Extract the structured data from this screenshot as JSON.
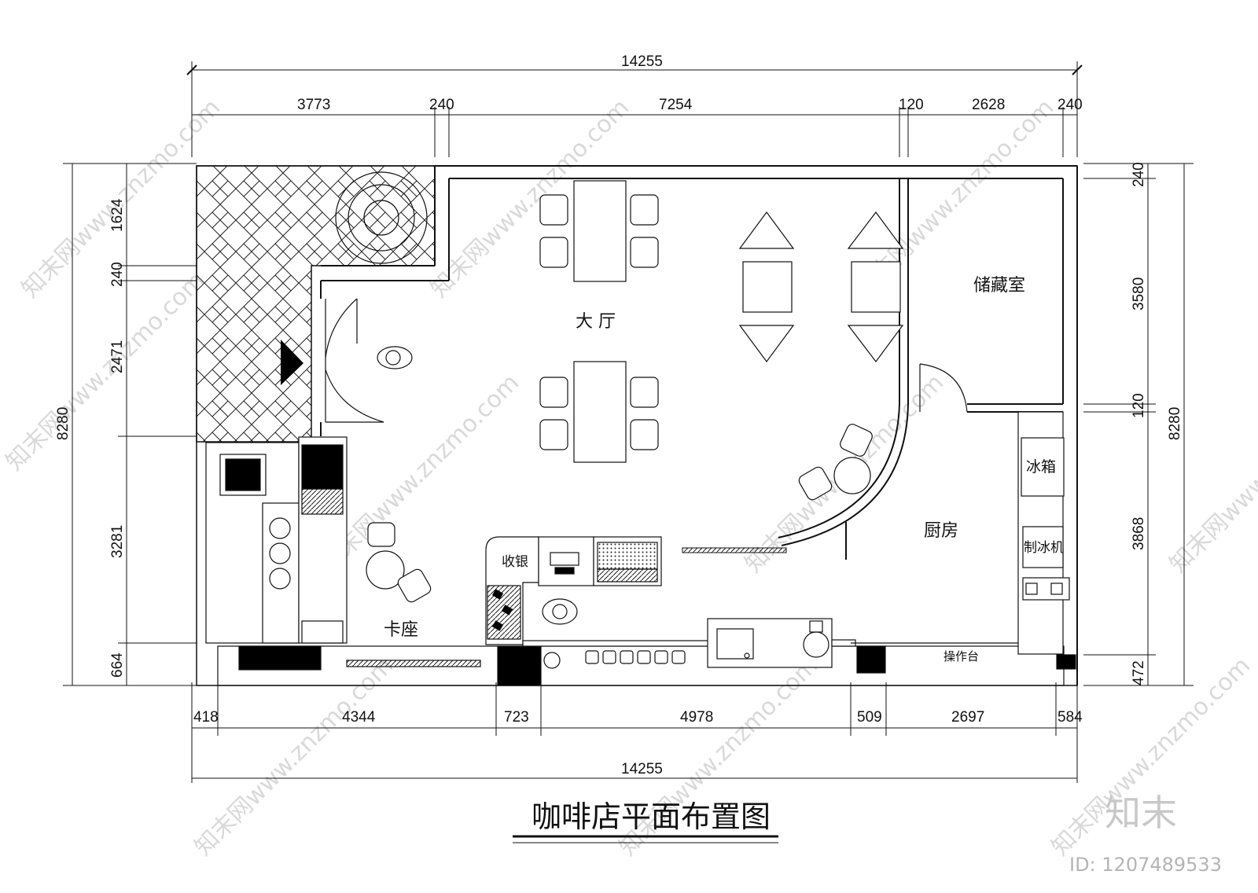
{
  "title": "咖啡店平面布置图",
  "rooms": {
    "hall": "大 厅",
    "storage": "储藏室",
    "kitchen": "厨房",
    "booth": "卡座",
    "cashier": "收银",
    "fridge": "冰箱",
    "ice_machine": "制冰机",
    "workbench": "操作台"
  },
  "dimensions": {
    "top_total": "14255",
    "top": [
      "3773",
      "240",
      "7254",
      "120",
      "2628",
      "240"
    ],
    "bottom": [
      "418",
      "4344",
      "723",
      "4978",
      "509",
      "2697",
      "584"
    ],
    "bottom_total": "14255",
    "left": [
      "1624",
      "240",
      "2471",
      "3281",
      "664"
    ],
    "left_total": "8280",
    "right": [
      "240",
      "3580",
      "120",
      "3868",
      "472"
    ],
    "right_total": "8280"
  },
  "watermark": {
    "text": "知末网www.znzmo.com",
    "brand": "知末",
    "id": "ID: 1207489533"
  }
}
